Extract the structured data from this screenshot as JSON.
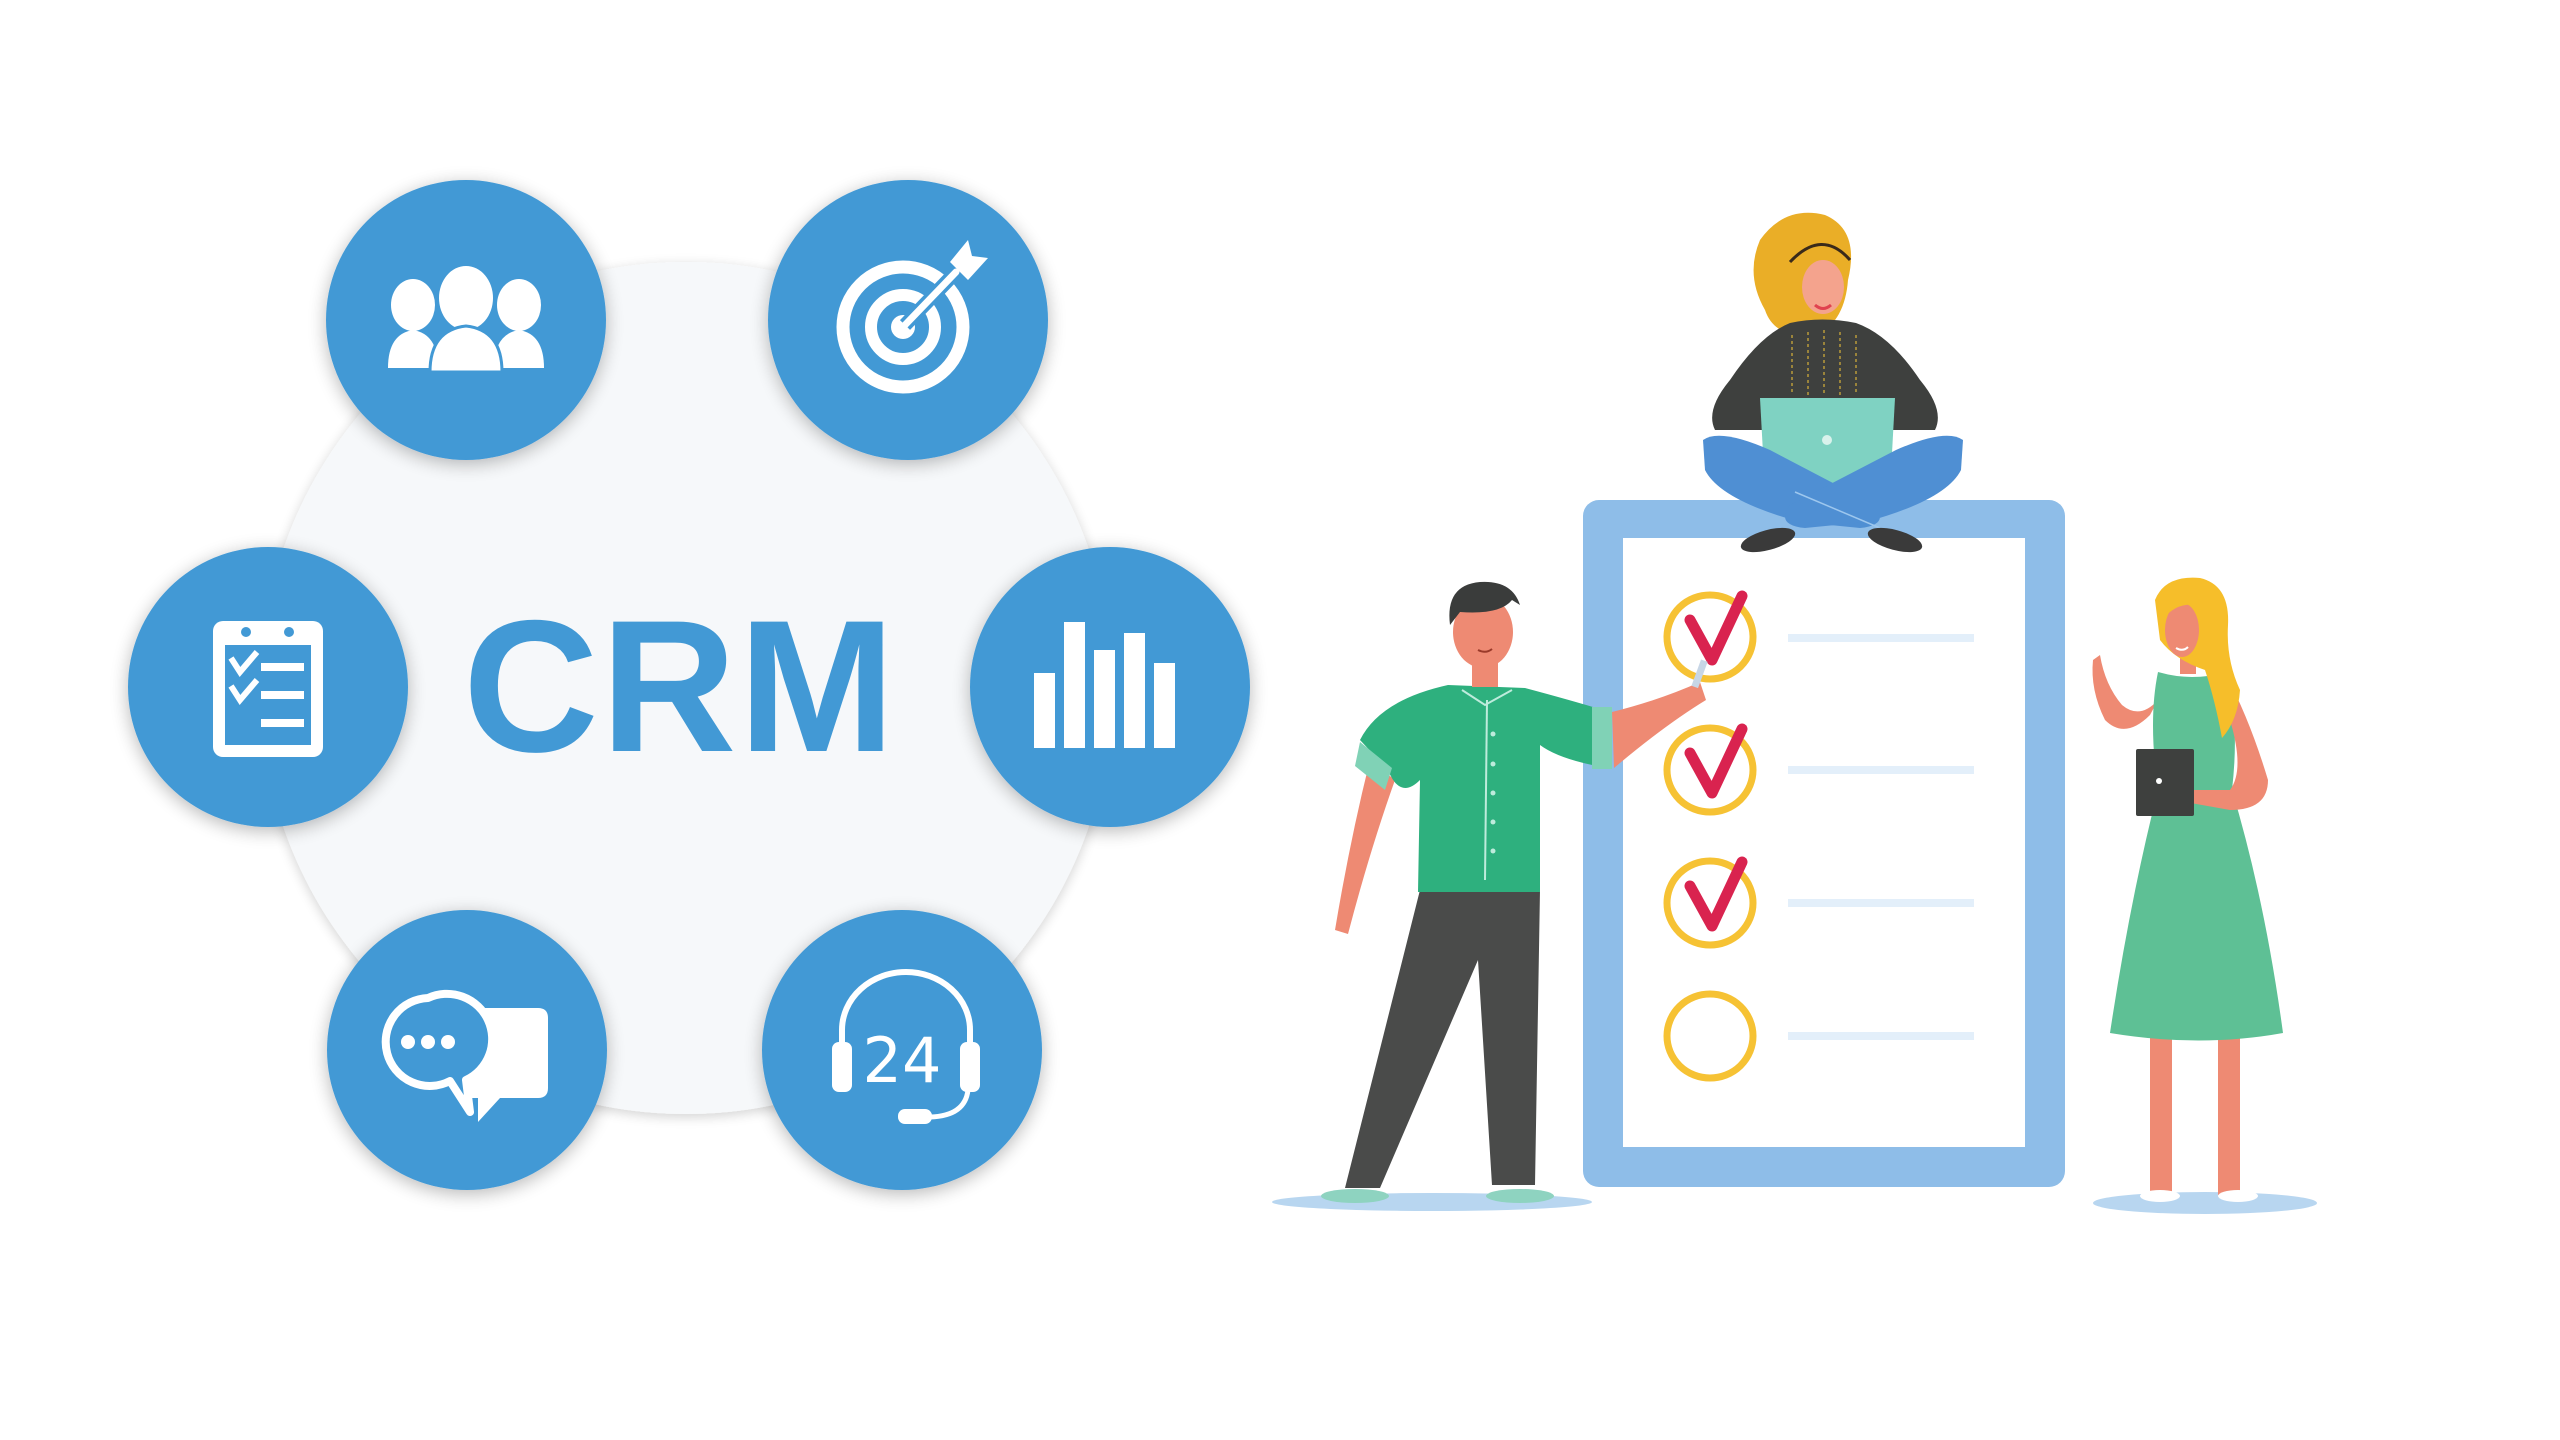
{
  "title": "CRM",
  "colors": {
    "primary_blue": "#4299D5",
    "hub_background": "#F6F8FA",
    "clipboard_frame": "#8EBDE8",
    "check_ring": "#F6C234",
    "check_mark": "#D9234F",
    "shirt_green": "#2EB07E",
    "dress_green": "#5EC095",
    "pants_dark": "#4A4B4A",
    "skin": "#EE8A73",
    "hair_yellow": "#EAAE27",
    "jeans_blue": "#4F8FD3",
    "laptop": "#7FD2C2"
  },
  "crm_hub": {
    "label": "CRM",
    "features": [
      {
        "id": "customers",
        "icon": "users-icon"
      },
      {
        "id": "goals",
        "icon": "target-icon"
      },
      {
        "id": "tasks",
        "icon": "checklist-icon"
      },
      {
        "id": "analytics",
        "icon": "bar-chart-icon"
      },
      {
        "id": "communication",
        "icon": "chat-bubbles-icon"
      },
      {
        "id": "support",
        "icon": "headset-24-icon",
        "badge": "24"
      }
    ]
  },
  "checklist": {
    "items": [
      {
        "checked": true
      },
      {
        "checked": true
      },
      {
        "checked": true
      },
      {
        "checked": false
      }
    ]
  },
  "illustration": {
    "people": [
      "man-pointing",
      "woman-sitting-with-laptop",
      "woman-with-tablet"
    ]
  }
}
